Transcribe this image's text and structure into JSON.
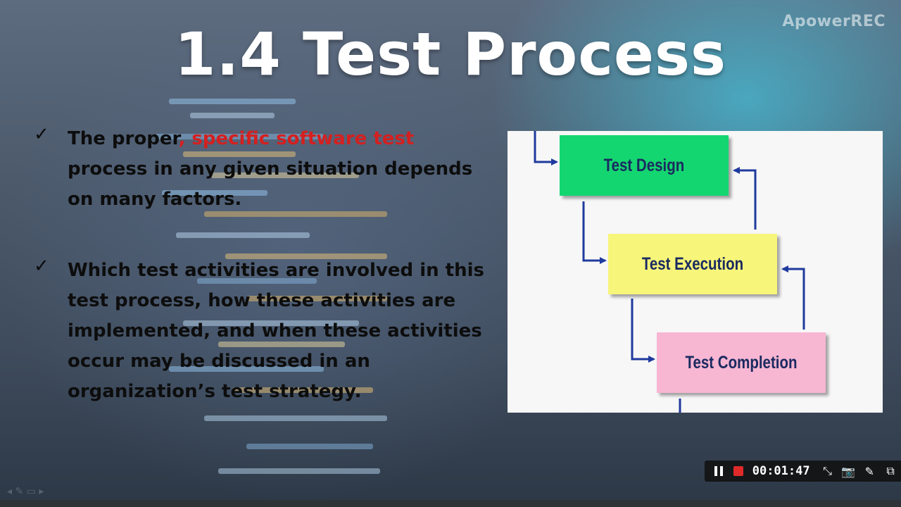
{
  "watermark": "ApowerREC",
  "title": "1.4 Test Process",
  "bullets": [
    {
      "check": "✓",
      "text_before": "The proper",
      "highlight": ", specific software test",
      "text_after": " process in any given situation depends on many factors."
    },
    {
      "check": "✓",
      "text": "Which test activities are involved in this test process, how these activities are implemented, and when these activities occur may be discussed in an organization’s test strategy."
    }
  ],
  "diagram": {
    "boxes": [
      {
        "label": "Test Design",
        "color": "#14d670"
      },
      {
        "label": "Test Execution",
        "color": "#f7f57a"
      },
      {
        "label": "Test Completion",
        "color": "#f7b6d2"
      }
    ],
    "arrow_color": "#1f3a9e"
  },
  "recorder": {
    "timer": "00:01:47",
    "icons": [
      "pause-icon",
      "stop-icon",
      "minimize-icon",
      "camera-icon",
      "pen-icon",
      "window-icon"
    ],
    "tools": {
      "minimize": "⤡",
      "camera": "📷",
      "pen": "✎",
      "window": "⧉"
    }
  },
  "colors": {
    "highlight": "#d42020",
    "accent": "#46bed7"
  }
}
